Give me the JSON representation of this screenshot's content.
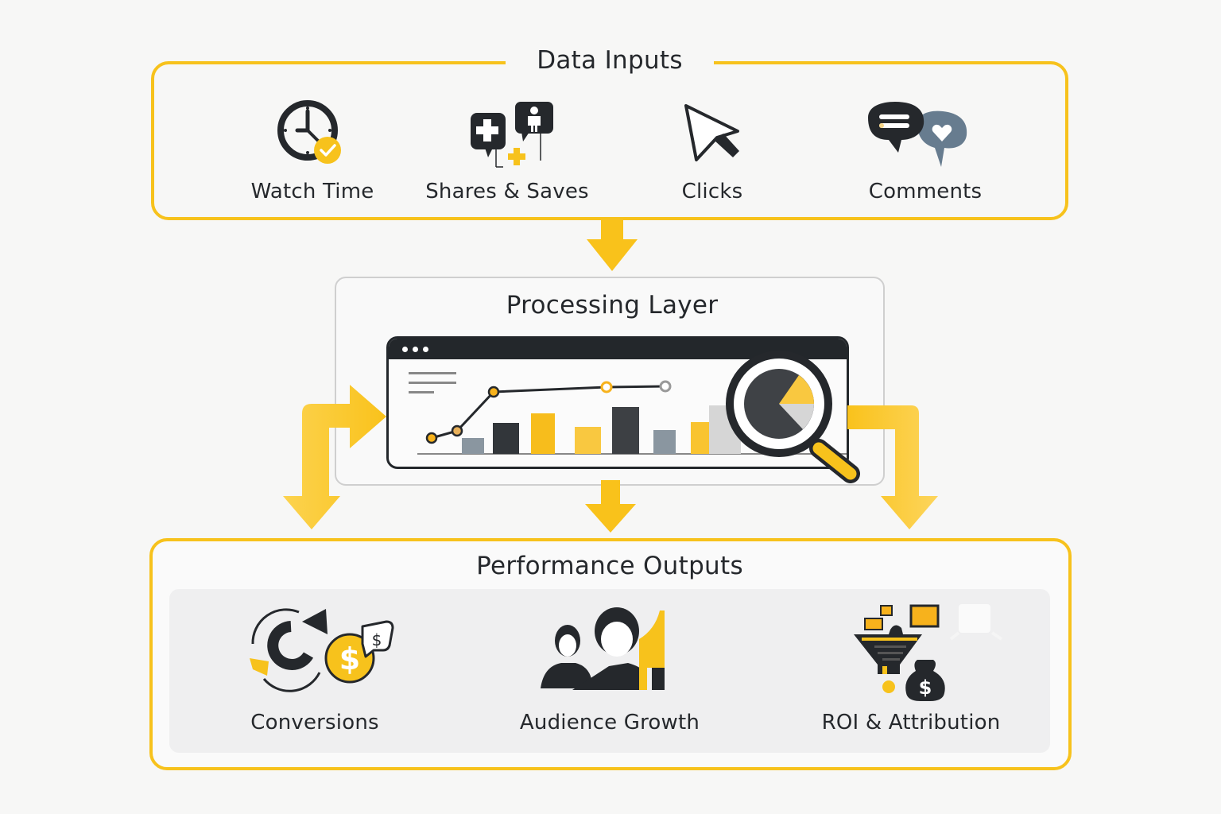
{
  "colors": {
    "accent": "#f7c21c",
    "dark": "#25282c",
    "slate": "#667b8e",
    "gray": "#8a96a0",
    "background": "#f7f7f6"
  },
  "inputs": {
    "title": "Data Inputs",
    "items": [
      {
        "label": "Watch Time",
        "icon": "clock-check-icon"
      },
      {
        "label": "Shares & Saves",
        "icon": "share-save-bubbles-icon"
      },
      {
        "label": "Clicks",
        "icon": "cursor-icon"
      },
      {
        "label": "Comments",
        "icon": "chat-heart-icon"
      }
    ]
  },
  "processing": {
    "title": "Processing Layer",
    "icon": "analytics-dashboard-icon",
    "window_dots": 3
  },
  "outputs": {
    "title": "Performance Outputs",
    "items": [
      {
        "label": "Conversions",
        "icon": "cycle-coin-icon"
      },
      {
        "label": "Audience Growth",
        "icon": "audience-growth-icon"
      },
      {
        "label": "ROI & Attribution",
        "icon": "funnel-moneybag-icon"
      }
    ]
  },
  "flow": {
    "connections": [
      {
        "from": "Data Inputs",
        "to": "Processing Layer"
      },
      {
        "from": "Processing Layer",
        "to": "Performance Outputs"
      }
    ]
  }
}
